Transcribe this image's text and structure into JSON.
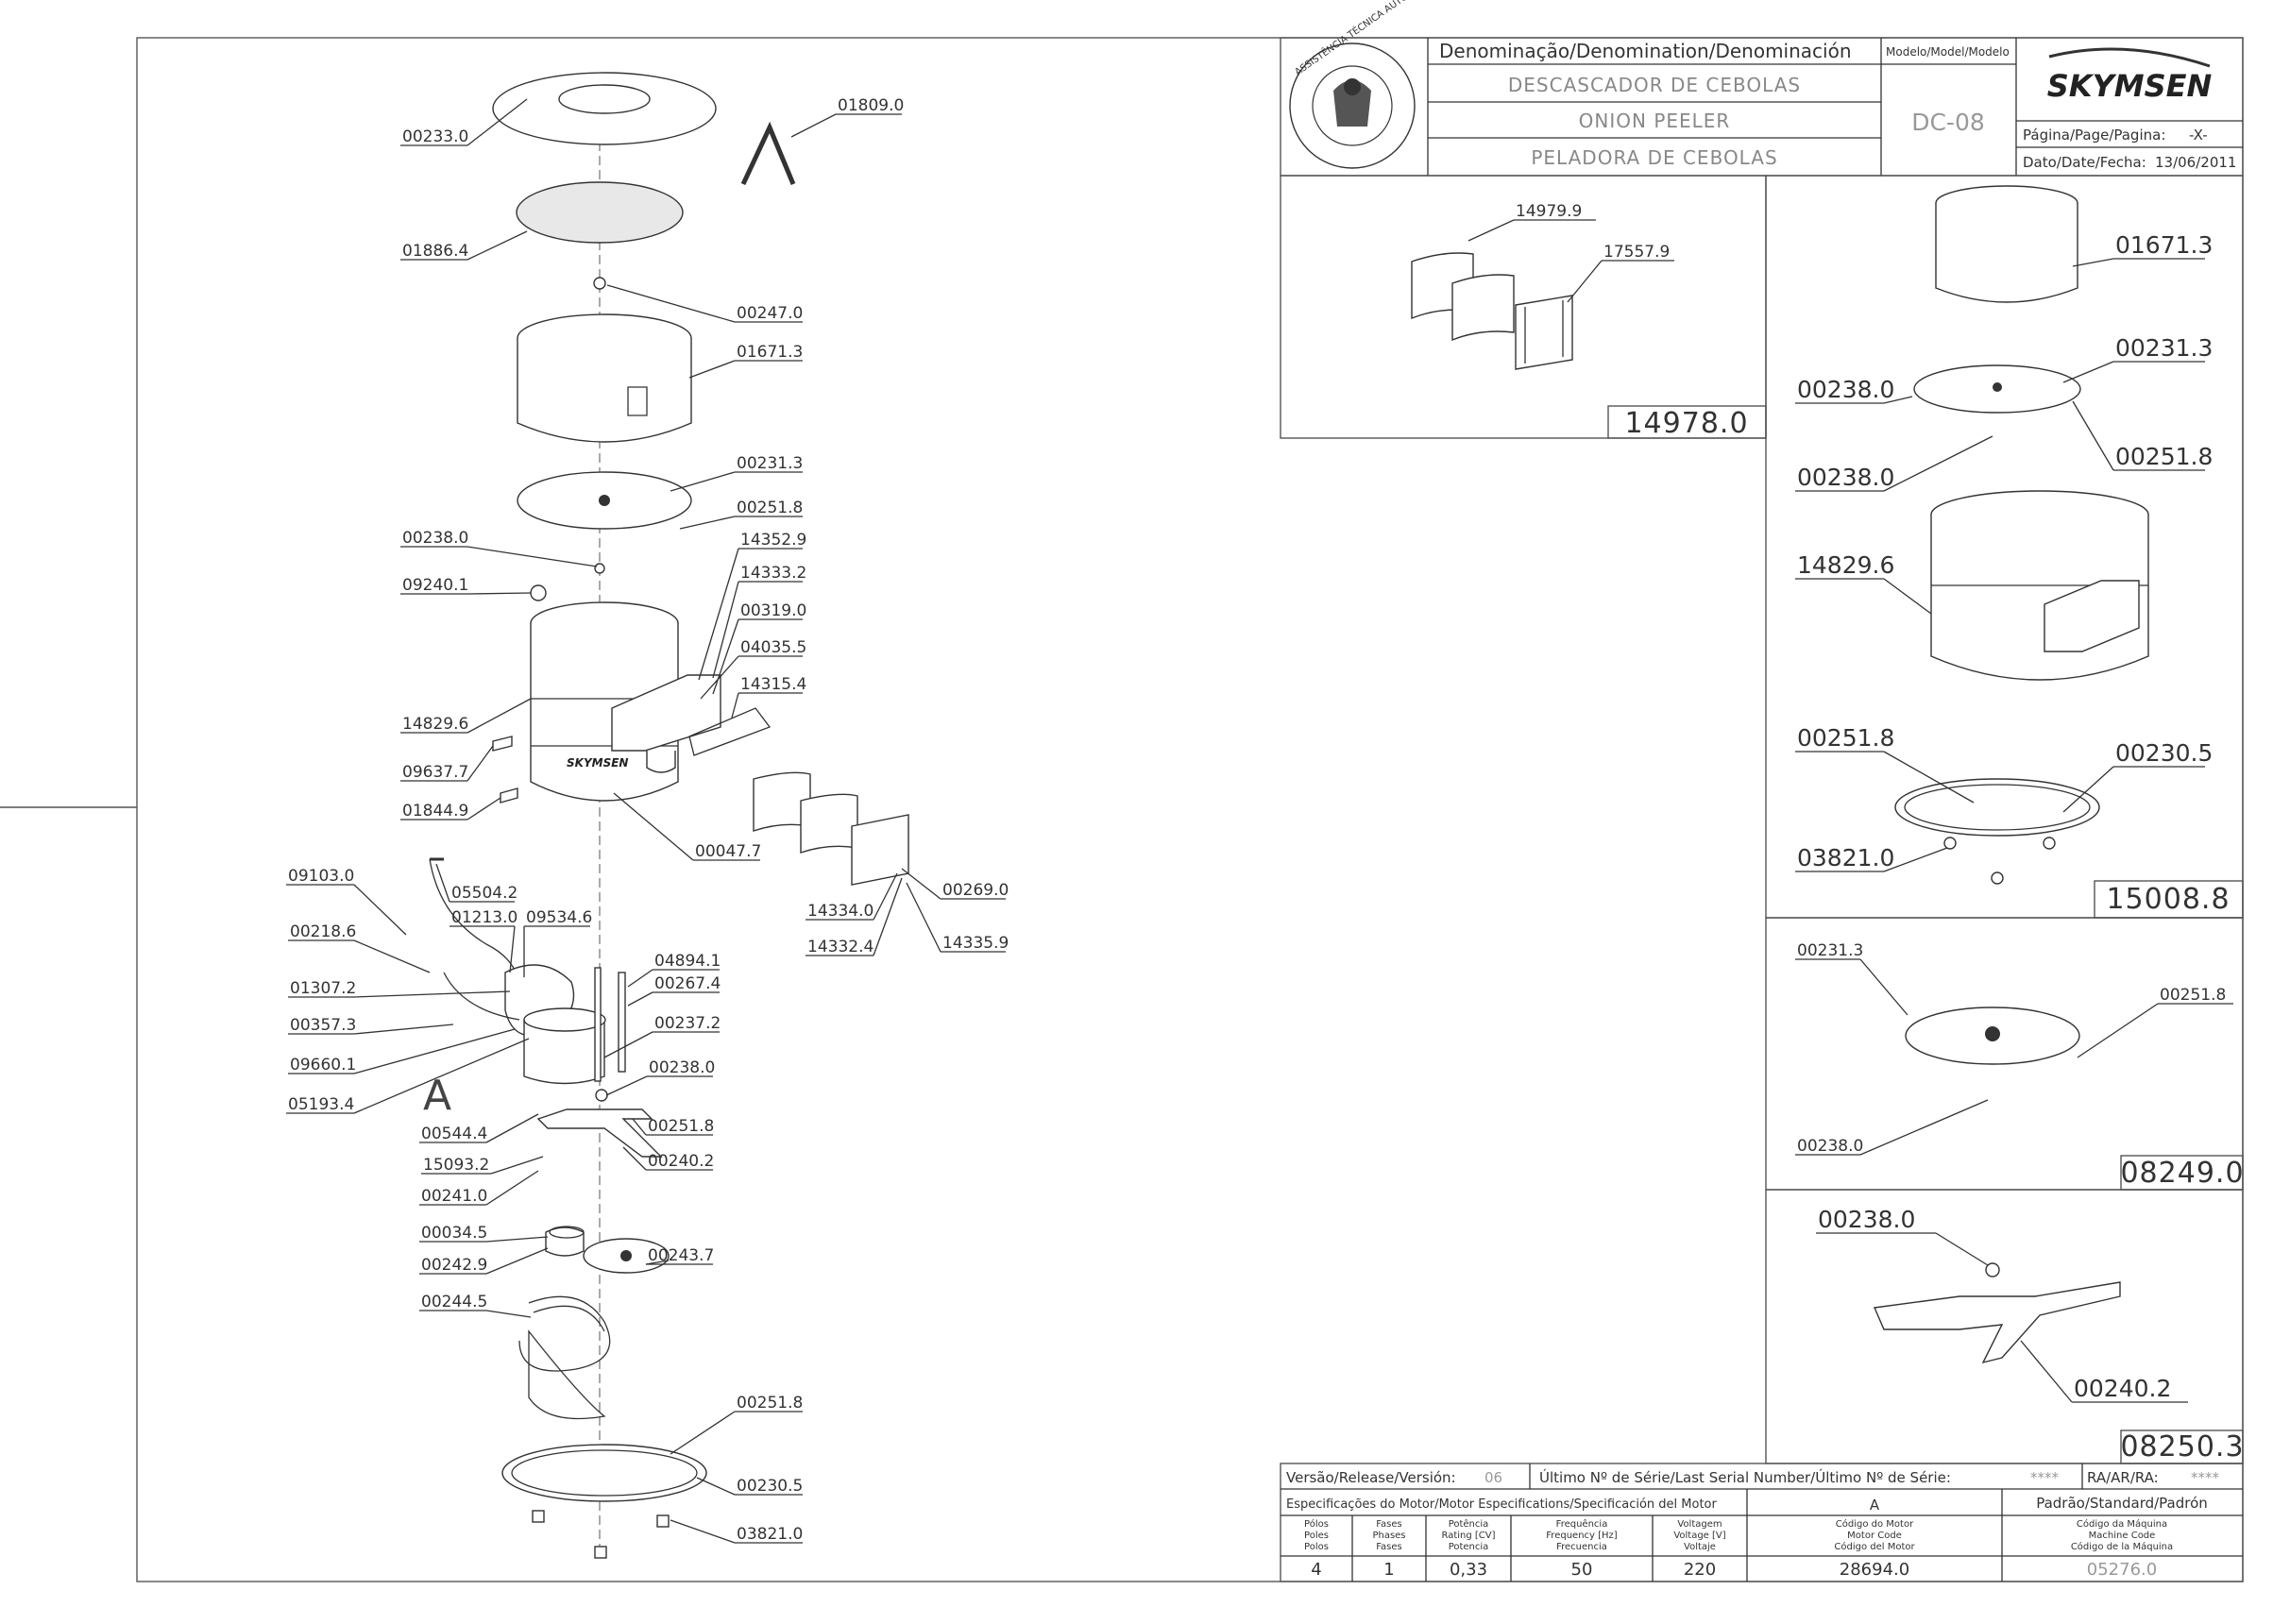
{
  "title_block": {
    "header": "Denominação/Denomination/Denominación",
    "model_header": "Modelo/Model/Modelo",
    "name_pt": "DESCASCADOR DE CEBOLAS",
    "name_en": "ONION PEELER",
    "name_es": "PELADORA DE CEBOLAS",
    "model": "DC-08",
    "brand": "SKYMSEN",
    "page_label": "Página/Page/Pagina:",
    "page_value": "-X-",
    "date_label": "Dato/Date/Fecha:",
    "date_value": "13/06/2011",
    "seal_text": "ASSISTÊNCIA TÉCNICA AUTORIZADA"
  },
  "footer": {
    "version_label": "Versão/Release/Versión:",
    "version_value": "06",
    "serial_label": "Último Nº de Série/Last Serial Number/Último Nº de Série:",
    "serial_value": "****",
    "ra_label": "RA/AR/RA:",
    "ra_value": "****",
    "motor_spec_label": "Especificações do Motor/Motor Especifications/Specificación del Motor",
    "standard_label": "Padrão/Standard/Padrón",
    "standard_value": "A",
    "motor_headers": [
      [
        "Pólos",
        "Poles",
        "Polos"
      ],
      [
        "Fases",
        "Phases",
        "Fases"
      ],
      [
        "Potência",
        "Rating [CV]",
        "Potencia"
      ],
      [
        "Frequência",
        "Frequency [Hz]",
        "Frecuencia"
      ],
      [
        "Voltagem",
        "Voltage [V]",
        "Voltaje"
      ],
      [
        "Código do Motor",
        "Motor Code",
        "Código del Motor"
      ],
      [
        "Código da Máquina",
        "Machine Code",
        "Código de la Máquina"
      ]
    ],
    "motor_values": [
      "4",
      "1",
      "0,33",
      "50",
      "220",
      "28694.0",
      "05276.0"
    ]
  },
  "main_view": {
    "section_letter": "A",
    "callouts": [
      "00233.0",
      "01809.0",
      "01886.4",
      "00247.0",
      "01671.3",
      "00231.3",
      "00251.8",
      "00238.0",
      "14352.9",
      "09240.1",
      "14333.2",
      "00319.0",
      "04035.5",
      "14315.4",
      "14829.6",
      "09637.7",
      "01844.9",
      "00047.7",
      "09103.0",
      "05504.2",
      "01213.0",
      "09534.6",
      "00269.0",
      "14334.0",
      "14332.4",
      "14335.9",
      "00218.6",
      "04894.1",
      "00267.4",
      "01307.2",
      "00357.3",
      "00237.2",
      "09660.1",
      "00238.0",
      "05193.4",
      "00544.4",
      "00251.8",
      "15093.2",
      "00240.2",
      "00241.0",
      "00034.5",
      "00242.9",
      "00243.7",
      "00244.5",
      "00251.8",
      "00230.5",
      "03821.0"
    ]
  },
  "sub_assemblies": [
    {
      "code": "14978.0",
      "callouts": [
        "14979.9",
        "17557.9"
      ]
    },
    {
      "code": "15008.8",
      "callouts": [
        "01671.3",
        "00231.3",
        "00238.0",
        "00238.0",
        "00251.8",
        "14829.6",
        "00251.8",
        "00230.5",
        "03821.0"
      ]
    },
    {
      "code": "08249.0",
      "callouts": [
        "00231.3",
        "00251.8",
        "00238.0"
      ]
    },
    {
      "code": "08250.3",
      "callouts": [
        "00238.0",
        "00240.2"
      ]
    }
  ]
}
